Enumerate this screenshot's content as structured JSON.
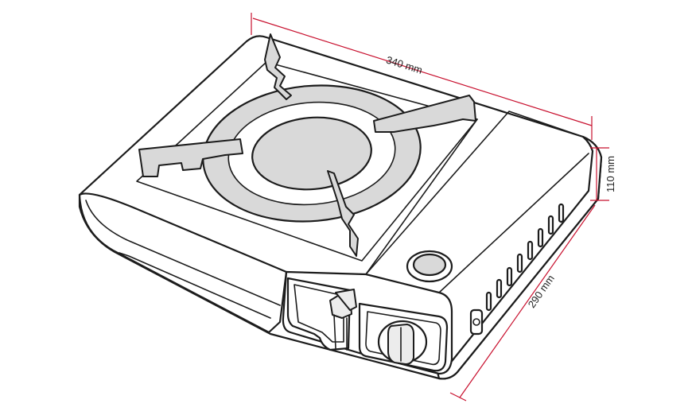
{
  "dimensions": {
    "length": "340 mm",
    "height": "110 mm",
    "depth": "290 mm"
  },
  "colors": {
    "outline": "#1c1c1c",
    "plate_fill": "#d9d9d9",
    "dimension_line": "#c8102e",
    "background": "#ffffff"
  },
  "icons": {
    "product": "portable-gas-stove-icon"
  }
}
